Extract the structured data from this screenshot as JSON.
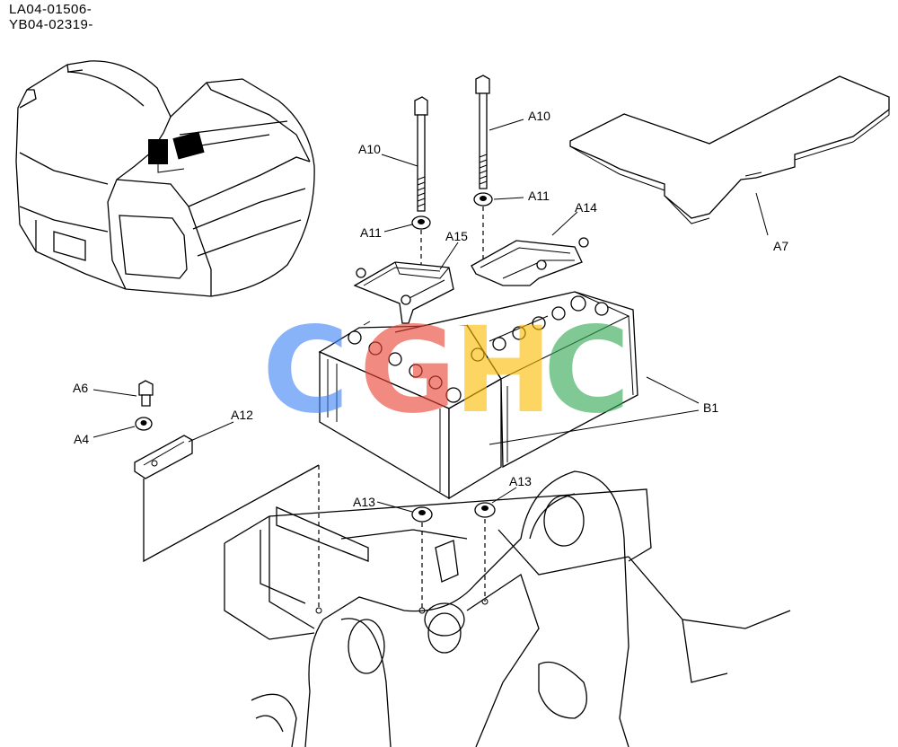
{
  "header": {
    "line1": "LA04-01506-",
    "line2": "YB04-02319-"
  },
  "callouts": {
    "a10_left": "A10",
    "a10_right": "A10",
    "a11_left": "A11",
    "a11_right": "A11",
    "a15": "A15",
    "a14": "A14",
    "a7": "A7",
    "a6": "A6",
    "a4": "A4",
    "a12": "A12",
    "b1": "B1",
    "a13_left": "A13",
    "a13_right": "A13"
  },
  "watermark": {
    "letters": [
      "C",
      "G",
      "H",
      "C"
    ],
    "colors": [
      "#4285f4",
      "#ea4335",
      "#fbbc05",
      "#34a853"
    ]
  }
}
